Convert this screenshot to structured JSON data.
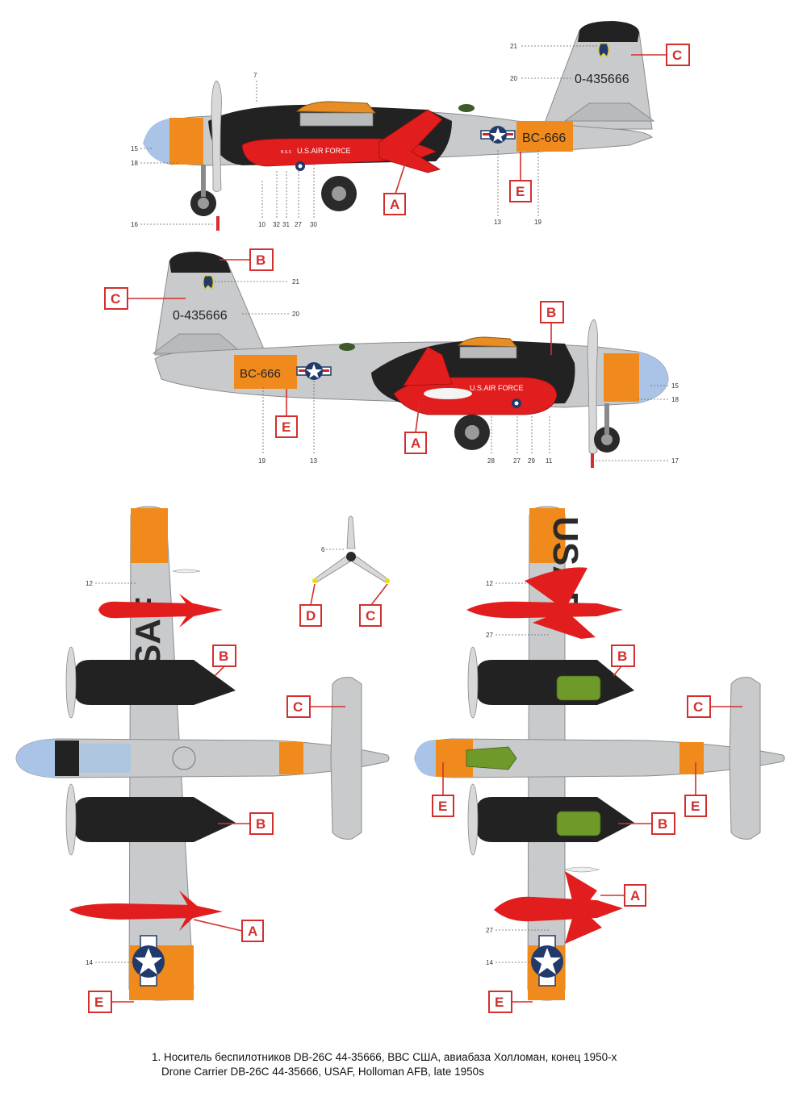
{
  "profile_left": {
    "tail_serial": "0-435666",
    "buzz_number": "BC-666",
    "drone_text": "U.S.AIR FORCE",
    "drone_small": "B.S.S",
    "callouts": [
      "A",
      "C",
      "E"
    ],
    "refs": [
      "7",
      "21",
      "20",
      "15",
      "18",
      "16",
      "10",
      "32",
      "31",
      "27",
      "30",
      "13",
      "19"
    ]
  },
  "profile_right": {
    "tail_serial": "0-435666",
    "buzz_number": "BC-666",
    "drone_text": "U.S.AIR FORCE",
    "callouts": [
      "B",
      "C",
      "A",
      "B",
      "E"
    ],
    "refs": [
      "21",
      "20",
      "15",
      "18",
      "19",
      "13",
      "28",
      "27",
      "29",
      "11",
      "17"
    ]
  },
  "top_view": {
    "wing_text": "USAF",
    "callouts": [
      "B",
      "C",
      "B",
      "A",
      "E"
    ],
    "refs": [
      "12",
      "14"
    ]
  },
  "propeller": {
    "callouts": [
      "D",
      "C"
    ],
    "refs": [
      "6"
    ]
  },
  "bottom_view": {
    "wing_text": "USAF",
    "callouts": [
      "B",
      "C",
      "E",
      "E",
      "B",
      "A",
      "E"
    ],
    "refs": [
      "12",
      "27",
      "27",
      "14"
    ]
  },
  "caption": {
    "line1": "1. Носитель беспилотников DB-26C 44-35666, ВВС США, авиабаза Холломан, конец 1950-х",
    "line2": "Drone Carrier DB-26C 44-35666, USAF, Holloman AFB, late 1950s"
  },
  "colors": {
    "callout_red": "#d32f2f",
    "silver": "#c8cacc",
    "orange": "#f08a1c",
    "black": "#222222",
    "drone_red": "#e21d1d",
    "nose_blue": "#a9c4e6",
    "green": "#6e9a2a"
  }
}
